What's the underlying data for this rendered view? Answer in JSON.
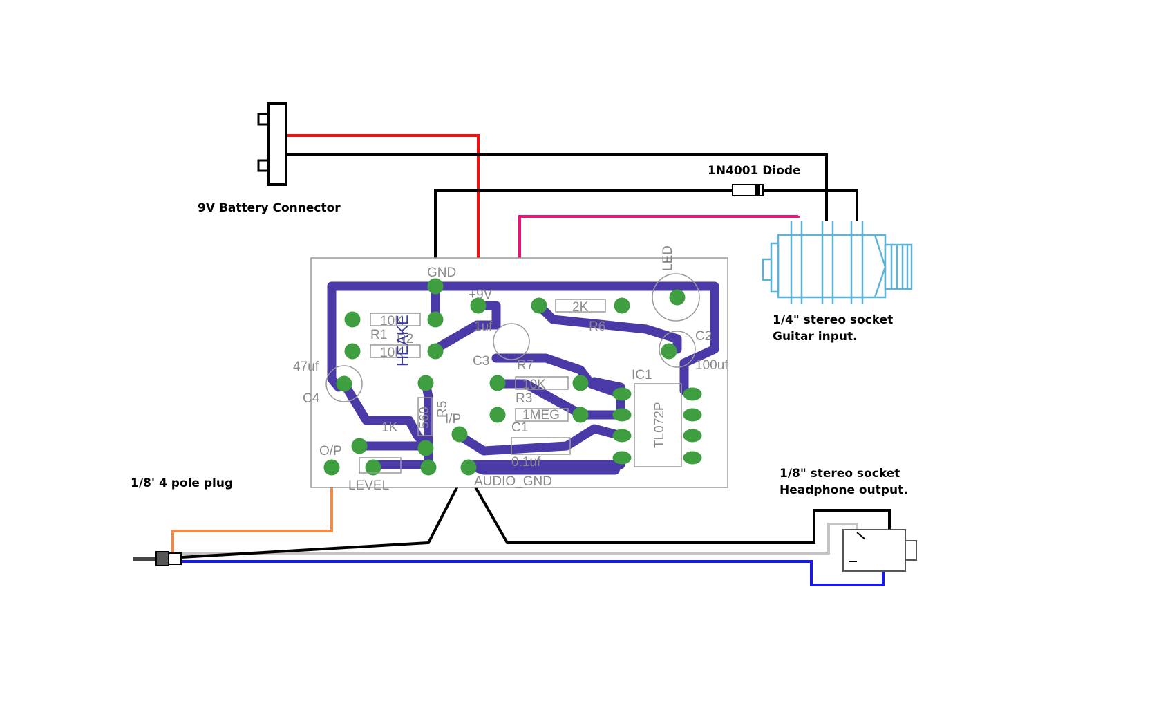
{
  "labels": {
    "battery": "9V Battery Connector",
    "diode": "1N4001 Diode",
    "guitar_socket_line1": "1/4\" stereo socket",
    "guitar_socket_line2": "Guitar input.",
    "plug": "1/8' 4 pole plug",
    "headphone_socket_line1": "1/8\" stereo socket",
    "headphone_socket_line2": "Headphone output."
  },
  "pcb": {
    "gnd": "GND",
    "v9": "+9V",
    "audio_gnd": "AUDIO_GND",
    "ip": "I/P",
    "op": "O/P",
    "level": "LEVEL",
    "led": "LED",
    "ic1": "IC1",
    "ic_part": "TL072P",
    "brand": "HEAKE",
    "r1": "R1",
    "r2": "R2",
    "r3": "R3",
    "r5": "R5",
    "r6": "R6",
    "r7": "R7",
    "r1_val": "10K",
    "r2_val": "10K",
    "r3_val": "10K",
    "r5_val": "560",
    "r6_val": "2K",
    "r7_val": "1MEG",
    "r_1k": "1K",
    "c1": "C1",
    "c1_val": "0.1uf",
    "c2": "C2",
    "c2_val": "100uf",
    "c3": "C3",
    "c3_val": "1uf",
    "c4": "C4",
    "c4_val": "47uf"
  },
  "wire_colors": {
    "positive": "#ee1111",
    "ground": "#000000",
    "input_signal": "#ee1177",
    "plug_output": "#f08a4b",
    "plug_grey": "#c4c4c4",
    "plug_blue": "#1b1be0",
    "socket_blue": "#5bb4d8"
  }
}
